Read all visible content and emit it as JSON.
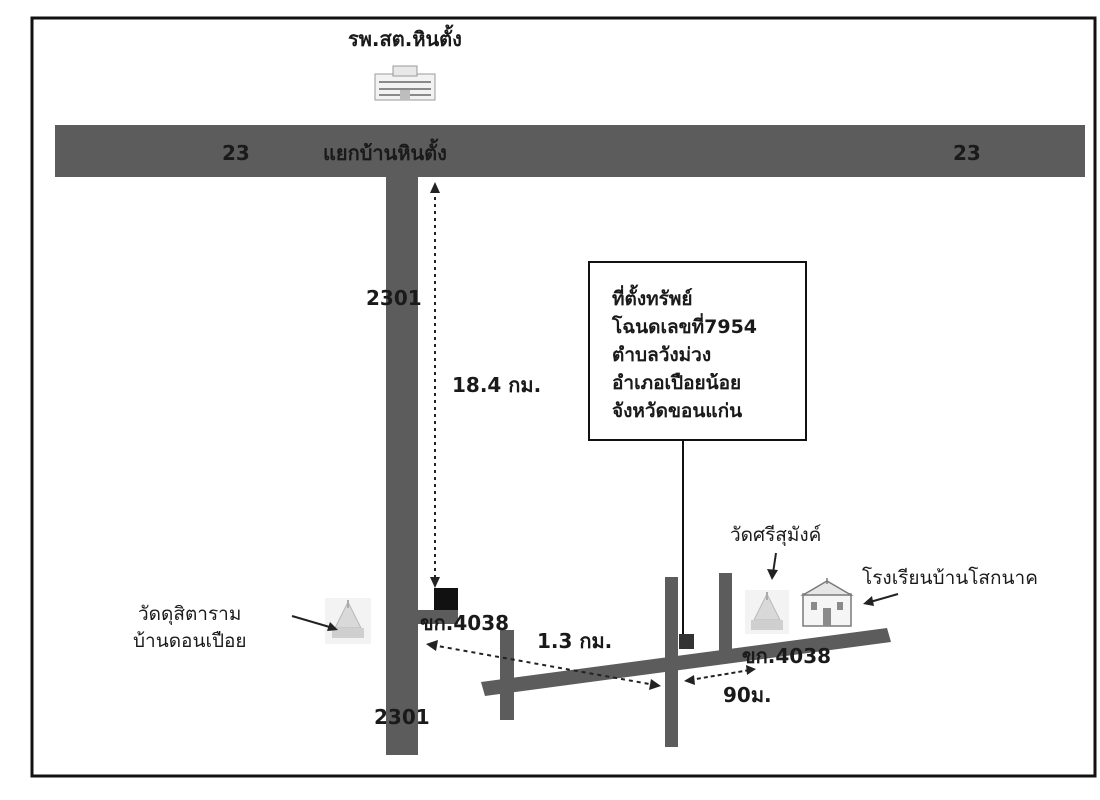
{
  "map": {
    "hospital_label": "รพ.สต.หินตั้ง",
    "highway_23_left": "23",
    "highway_23_right": "23",
    "junction_label": "แยกบ้านหินตั้ง",
    "road_2301_top": "2301",
    "road_2301_bottom": "2301",
    "distance_main": "18.4 กม.",
    "distance_secondary": "1.3 กม.",
    "distance_short": "90ม.",
    "road_kk4038_left": "ขก.4038",
    "road_kk4038_right": "ขก.4038",
    "temple_left": [
      "วัดดุสิตาราม",
      "บ้านดอนเปือย"
    ],
    "temple_right": "วัดศรีสุมังค์",
    "school": "โรงเรียนบ้านโสกนาค",
    "property_box": [
      "ที่ตั้งทรัพย์",
      "โฉนดเลขที่7954",
      "ตำบลวังม่วง",
      "อำเภอเปือยน้อย",
      "จังหวัดขอนแก่น"
    ],
    "colors": {
      "road": "#5c5c5c",
      "text": "#1a1a1a",
      "frame": "#111111"
    }
  }
}
